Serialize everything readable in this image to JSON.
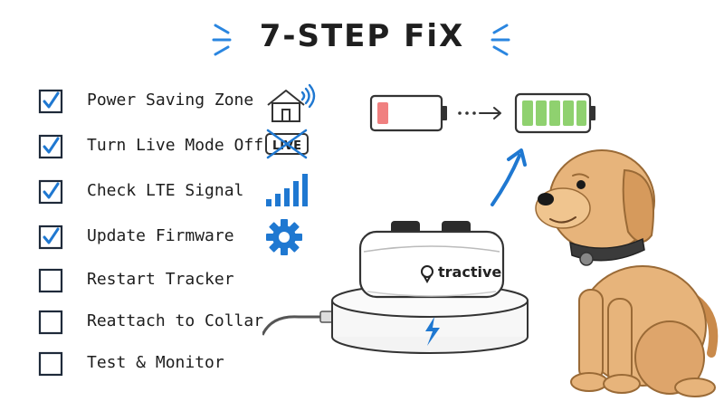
{
  "title": "7-STEP FiX",
  "checklist": [
    {
      "label": "Power Saving Zone",
      "checked": true,
      "icon": "house-wifi-icon"
    },
    {
      "label": "Turn Live Mode Off",
      "checked": true,
      "icon": "live-crossed-icon",
      "icon_text": "LIVE"
    },
    {
      "label": "Check LTE Signal",
      "checked": true,
      "icon": "signal-bars-icon"
    },
    {
      "label": "Update Firmware",
      "checked": true,
      "icon": "gear-icon"
    },
    {
      "label": "Restart Tracker",
      "checked": false
    },
    {
      "label": "Reattach to Collar",
      "checked": false
    },
    {
      "label": "Test & Monitor",
      "checked": false
    }
  ],
  "battery": {
    "from": "low",
    "to": "full"
  },
  "tracker": {
    "brand": "tractive"
  },
  "colors": {
    "accent_blue": "#1f78d1",
    "low_battery": "#f08080",
    "full_battery": "#8fd16f"
  }
}
